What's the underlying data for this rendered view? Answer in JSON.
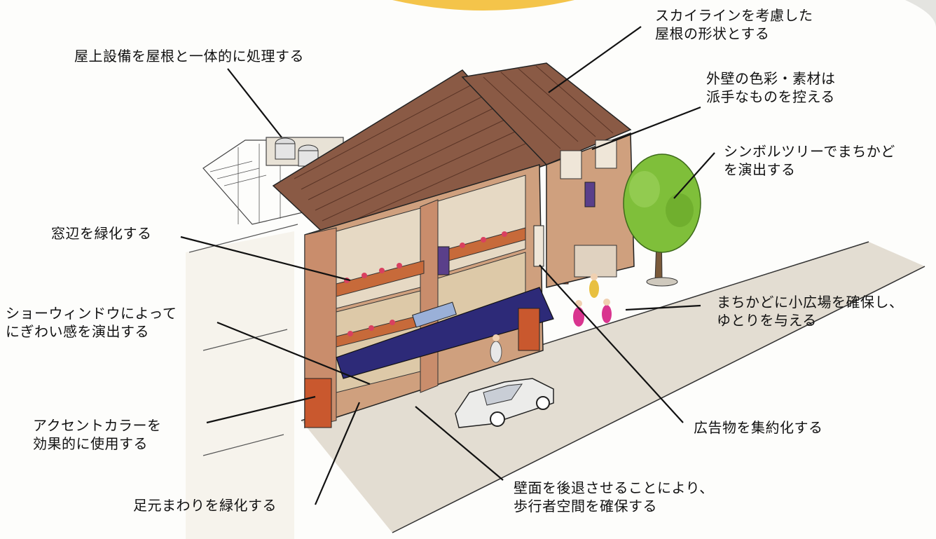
{
  "annotations": {
    "rooftop_equipment": "屋上設備を屋根と一体的に処理する",
    "skyline_roof": [
      "スカイラインを考慮した",
      "屋根の形状とする"
    ],
    "wall_color": [
      "外壁の色彩・素材は",
      "派手なものを控える"
    ],
    "symbol_tree": [
      "シンボルツリーでまちかど",
      "を演出する"
    ],
    "window_greening": "窓辺を緑化する",
    "show_window": [
      "ショーウィンドウによって",
      "にぎわい感を演出する"
    ],
    "corner_plaza": [
      "まちかどに小広場を確保し、",
      "ゆとりを与える"
    ],
    "accent_color": [
      "アクセントカラーを",
      "効果的に使用する"
    ],
    "signage": "広告物を集約化する",
    "wall_setback": [
      "壁面を後退させることにより、",
      "歩行者空間を確保する"
    ],
    "foot_greening": "足元まわりを緑化する"
  },
  "colors": {
    "roof": "#8a5a45",
    "wall": "#c98d6c",
    "awning": "#2d2a78",
    "tree": "#7fbf3a",
    "accent": "#c9582e",
    "ink": "#111111"
  }
}
